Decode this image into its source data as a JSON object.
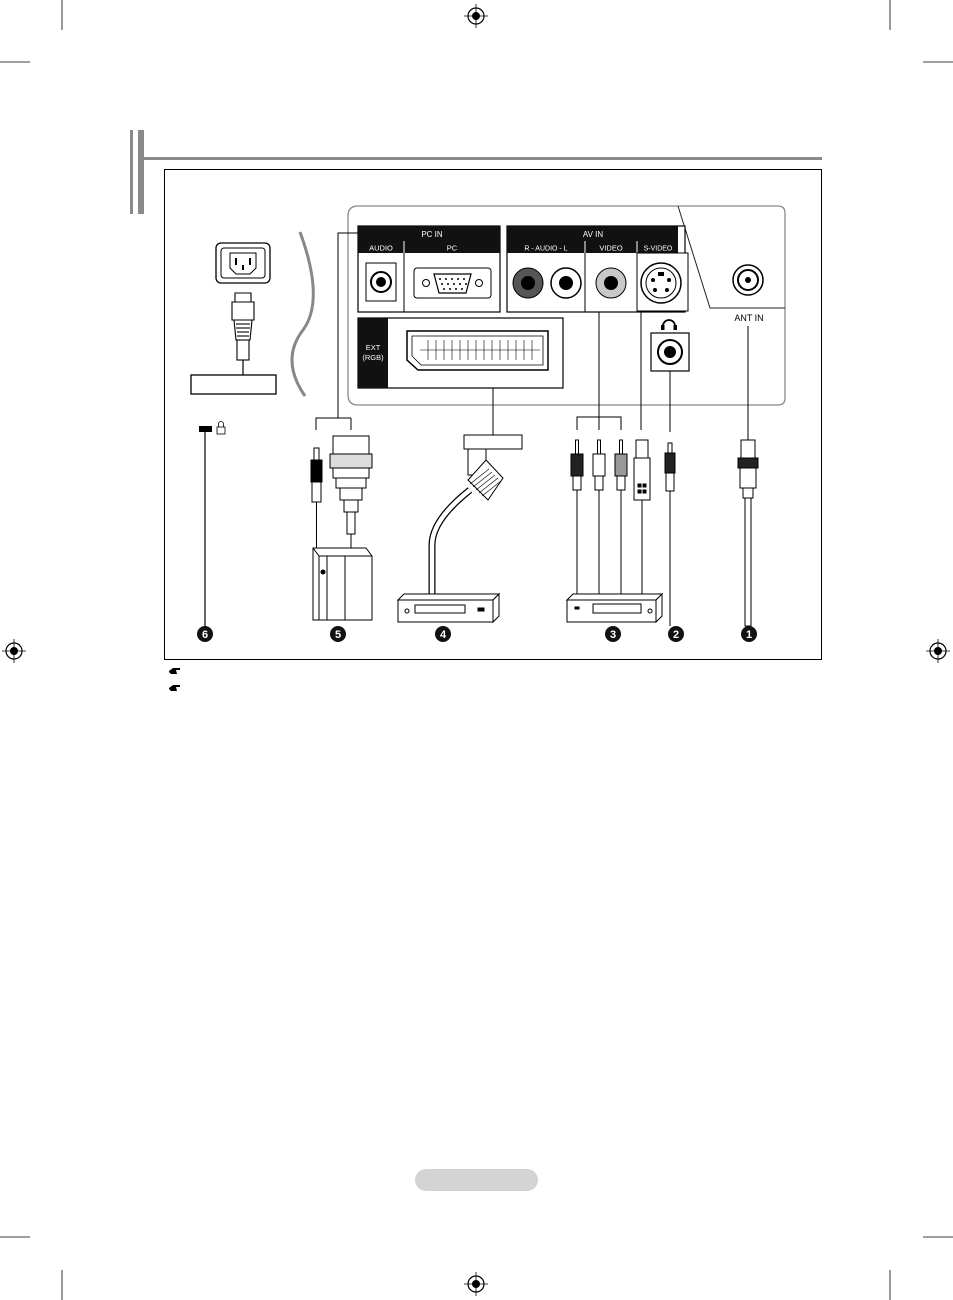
{
  "panel": {
    "pc_in": "PC IN",
    "audio": "AUDIO",
    "pc": "PC",
    "av_in": "AV IN",
    "av_audio": "R - AUDIO - L",
    "video": "VIDEO",
    "s_video": "S-VIDEO",
    "ext_line1": "EXT",
    "ext_line2": "(RGB)",
    "ant_in": "ANT IN"
  },
  "callouts": [
    "6",
    "5",
    "4",
    "3",
    "2",
    "1"
  ],
  "colors": {
    "panel_label_bg": "#111111",
    "rule": "#8a8a8a",
    "callout_bg": "#111111",
    "page_pill": "#d4d4d4"
  },
  "icons": [
    "registration-mark-icon",
    "headphones-icon",
    "lock-icon",
    "note-hand-icon"
  ]
}
